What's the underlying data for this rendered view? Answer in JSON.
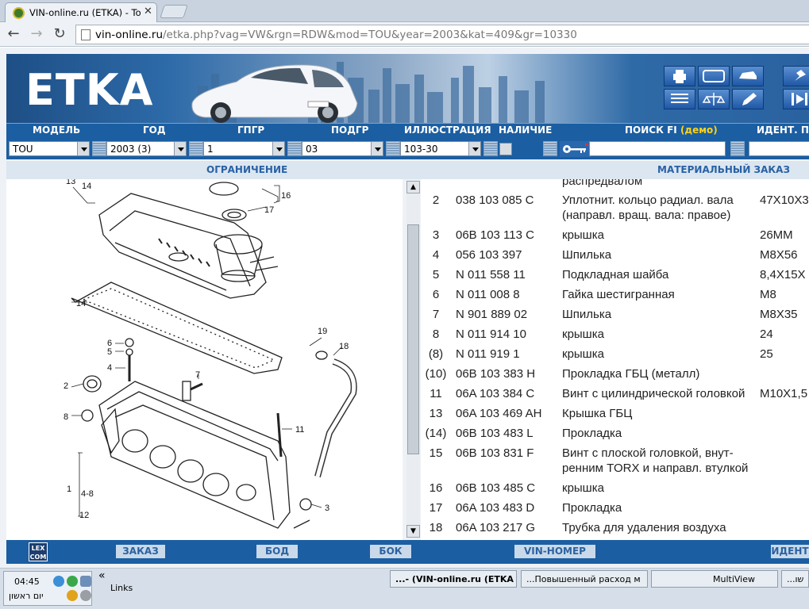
{
  "browser": {
    "tab_title": "VIN-online.ru (ETKA) - Toura",
    "url_host": "vin-online.ru",
    "url_path": "/etka.php?vag=VW&rgn=RDW&mod=TOU&year=2003&kat=409&gr=10330"
  },
  "etka": {
    "logo": "ETKA",
    "menu": [
      "МОДЕЛЬ",
      "ГОД",
      "ГПГР",
      "ПОДГР",
      "ИЛЛЮСТРАЦИЯ",
      "НАЛИЧИЕ"
    ],
    "search_label": "ПОИСК FI",
    "search_demo": "(демо)",
    "ident_label": "ИДЕНТ. ПР",
    "selects": {
      "model": "TOU",
      "year": "2003 (3)",
      "group": "1",
      "subgroup": "03",
      "illustration": "103-30"
    },
    "restriction_label": "ОГРАНИЧЕНИЕ",
    "material_order_label": "МАТЕРИАЛЬНЫЙ ЗАКАЗ"
  },
  "parts": {
    "cut_text": "распредвалом",
    "rows": [
      {
        "pos": "2",
        "num": "038 103 085 C",
        "desc": "Уплотнит. кольцо радиал. вала (направл. вращ. вала: правое)",
        "dim": "47X10X3"
      },
      {
        "pos": "3",
        "num": "06B 103 113 C",
        "desc": "крышка",
        "dim": "26MM"
      },
      {
        "pos": "4",
        "num": "056 103 397",
        "desc": "Шпилька",
        "dim": "M8X56"
      },
      {
        "pos": "5",
        "num": "N  011 558 11",
        "desc": "Подкладная шайба",
        "dim": "8,4X15X"
      },
      {
        "pos": "6",
        "num": "N  011 008 8",
        "desc": "Гайка шестигранная",
        "dim": "M8"
      },
      {
        "pos": "7",
        "num": "N  901 889 02",
        "desc": "Шпилька",
        "dim": "M8X35"
      },
      {
        "pos": "8",
        "num": "N  011 914 10",
        "desc": "крышка",
        "dim": "24"
      },
      {
        "pos": "(8)",
        "num": "N  011 919 1",
        "desc": "крышка",
        "dim": "25"
      },
      {
        "pos": "(10)",
        "num": "06B 103 383 H",
        "desc": "Прокладка ГБЦ (металл)",
        "dim": ""
      },
      {
        "pos": "11",
        "num": "06A 103 384 C",
        "desc": "Винт с цилиндрической головкой",
        "dim": "M10X1,5"
      },
      {
        "pos": "13",
        "num": "06A 103 469 AH",
        "desc": "Крышка ГБЦ",
        "dim": ""
      },
      {
        "pos": "(14)",
        "num": "06B 103 483 L",
        "desc": "Прокладка",
        "dim": ""
      },
      {
        "pos": "15",
        "num": "06B 103 831 F",
        "desc": "Винт с плоской головкой, внут-ренним TORX и направл. втулкой",
        "dim": ""
      },
      {
        "pos": "16",
        "num": "06B 103 485 C",
        "desc": "крышка",
        "dim": ""
      },
      {
        "pos": "17",
        "num": "06A 103 483 D",
        "desc": "Прокладка",
        "dim": ""
      },
      {
        "pos": "18",
        "num": "06A 103 217 G",
        "desc": "Трубка для удаления воздуха",
        "dim": ""
      }
    ]
  },
  "illustration_labels": [
    "13",
    "14",
    "16",
    "17",
    "14",
    "19",
    "18",
    "6",
    "5",
    "4",
    "7",
    "2",
    "8",
    "11",
    "1",
    "4-8",
    "12",
    "3"
  ],
  "bottom": {
    "logo_line1": "LEX",
    "logo_line2": "COM",
    "buttons": [
      "ЗАКАЗ",
      "БОД",
      "БОК",
      "VIN-НОМЕР",
      "ИДЕНТ"
    ]
  },
  "taskbar": {
    "time": "04:45",
    "day": "יום ראשון",
    "links": "Links",
    "chevron": "«",
    "tasks": [
      "...- (VIN-online.ru (ETKA",
      "...Повышенный расход м",
      "MultiView",
      "...שו"
    ]
  }
}
